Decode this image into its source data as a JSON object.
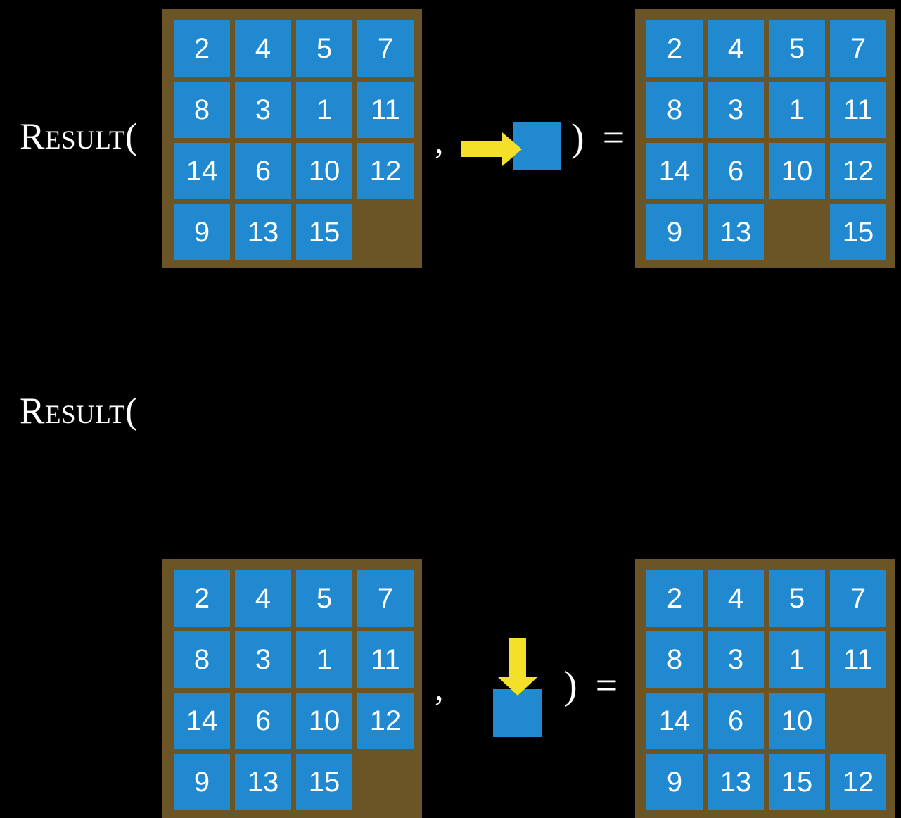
{
  "diagram": {
    "label": "Result(",
    "comma": ",",
    "close_paren_equals": ") ="
  },
  "colors": {
    "background": "#000000",
    "board": "#6b5426",
    "tile": "#2189d0",
    "tile_text": "#ffffff",
    "arrow": "#f5e029",
    "label_text": "#ffffff"
  },
  "grid": {
    "rows": 4,
    "cols": 4,
    "blank": ""
  },
  "equations": [
    {
      "name": "move-right",
      "label": "Result(",
      "input_board": {
        "name": "board-a",
        "tiles": [
          "2",
          "4",
          "5",
          "7",
          "8",
          "3",
          "1",
          "11",
          "14",
          "6",
          "10",
          "12",
          "9",
          "13",
          "15",
          ""
        ]
      },
      "action": {
        "type": "arrow-right-into-tile",
        "arrow_direction": "right",
        "arrow_icon": "arrow-right-icon",
        "tile_label": ""
      },
      "output_board": {
        "name": "board-b",
        "tiles": [
          "2",
          "4",
          "5",
          "7",
          "8",
          "3",
          "1",
          "11",
          "14",
          "6",
          "10",
          "12",
          "9",
          "13",
          "",
          "15"
        ]
      }
    },
    {
      "name": "move-down",
      "label": "Result(",
      "input_board": {
        "name": "board-c",
        "tiles": [
          "2",
          "4",
          "5",
          "7",
          "8",
          "3",
          "1",
          "11",
          "14",
          "6",
          "10",
          "12",
          "9",
          "13",
          "15",
          ""
        ]
      },
      "action": {
        "type": "arrow-down-into-tile",
        "arrow_direction": "down",
        "arrow_icon": "arrow-down-icon",
        "tile_label": ""
      },
      "output_board": {
        "name": "board-d",
        "tiles": [
          "2",
          "4",
          "5",
          "7",
          "8",
          "3",
          "1",
          "11",
          "14",
          "6",
          "10",
          "",
          "9",
          "13",
          "15",
          "12"
        ]
      }
    }
  ]
}
